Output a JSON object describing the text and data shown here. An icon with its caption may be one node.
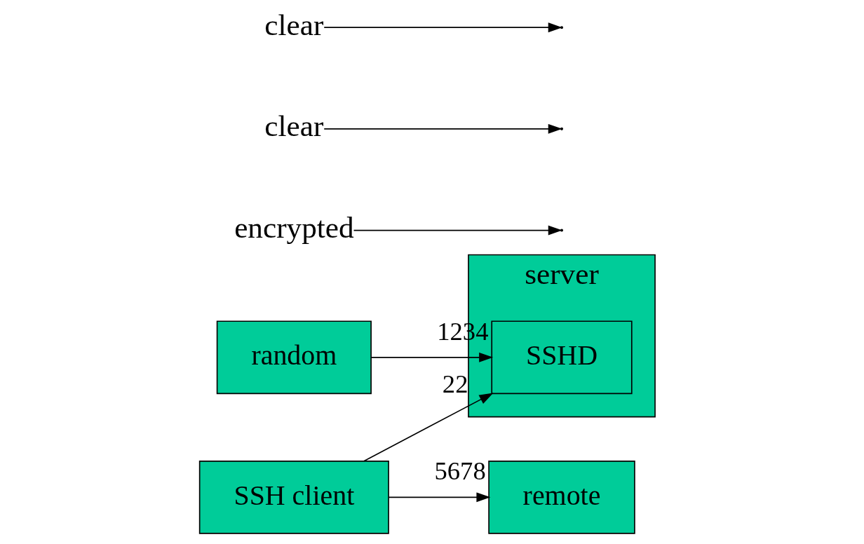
{
  "diagram": {
    "nodes": [
      {
        "text": [
          "SSH client"
        ]
      },
      {
        "text": [
          "server"
        ]
      },
      {
        "text": [
          "SSHD"
        ],
        "in": 1
      },
      {
        "text": [
          "remote"
        ]
      },
      {
        "text": [
          "random"
        ]
      },
      {
        "text": [
          "encrypted"
        ]
      },
      {
        "text": [
          "clear"
        ]
      },
      {
        "text": [
          "clear"
        ]
      }
    ],
    "edges": [
      {
        "from": 0,
        "to": 2,
        "arrow": "to",
        "label": "22"
      },
      {
        "from": 0,
        "to": 3,
        "arrow": "to",
        "label": "5678"
      },
      {
        "from": 4,
        "to": 2,
        "arrow": "to",
        "label": "1234"
      },
      {
        "from": 5,
        "to": null,
        "arrow": "to"
      },
      {
        "from": 6,
        "to": null,
        "arrow": "to"
      },
      {
        "from": 7,
        "to": null,
        "arrow": "to"
      }
    ]
  }
}
